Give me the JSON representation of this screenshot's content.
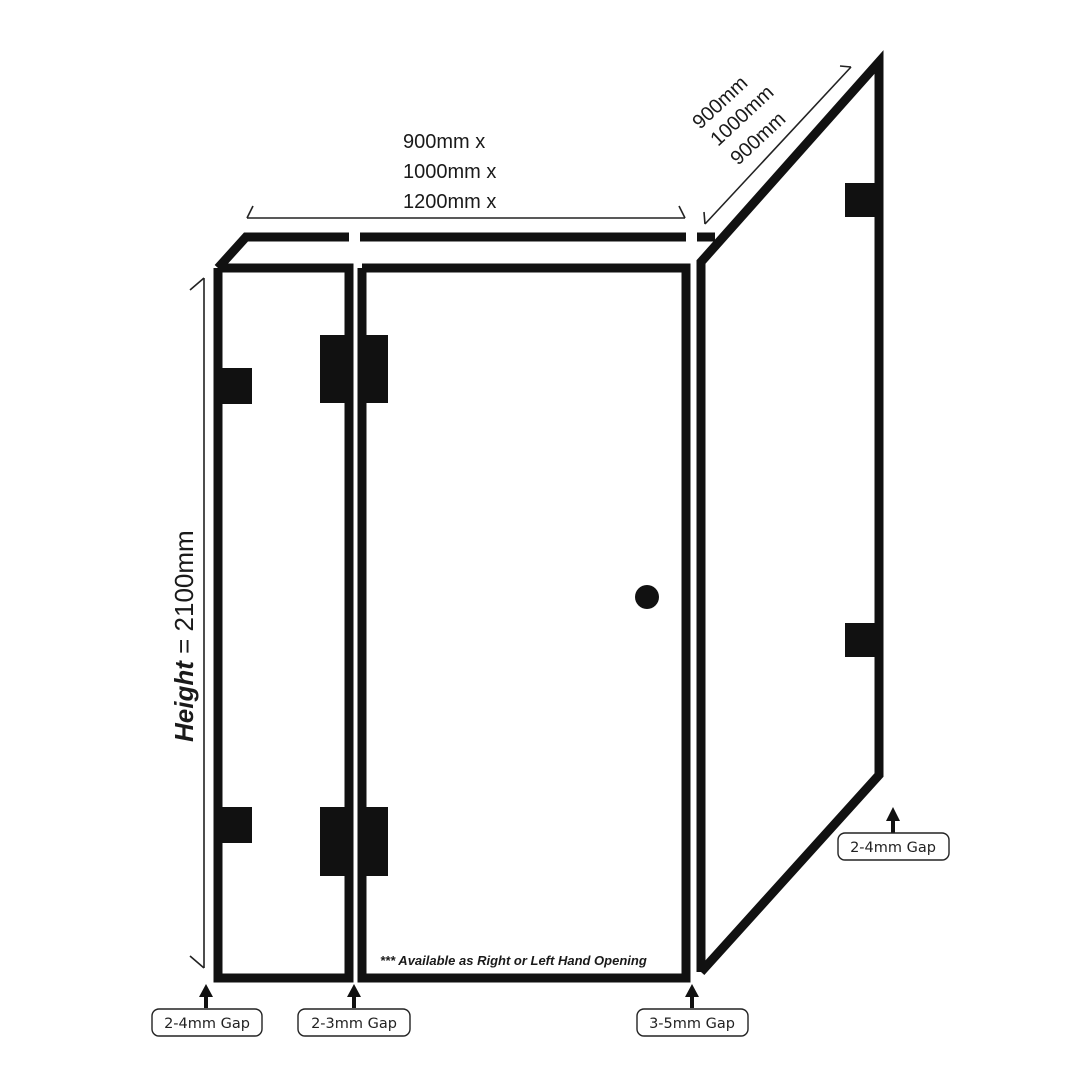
{
  "diagram": {
    "subject": "Frameless hinged shower enclosure with inline panel and side return panel",
    "width_dimension": {
      "lines": [
        "900mm x",
        "1000mm x",
        "1200mm x"
      ]
    },
    "depth_dimension": {
      "lines": [
        "900mm",
        "1000mm",
        "900mm"
      ]
    },
    "height_dimension": {
      "label_bold": "Height",
      "label_rest": " = 2100mm"
    },
    "note": "*** Available as Right or Left Hand Opening",
    "gaps": [
      {
        "id": "wall-left",
        "label": "2-4mm Gap"
      },
      {
        "id": "panel-door",
        "label": "2-3mm Gap"
      },
      {
        "id": "door-return",
        "label": "3-5mm Gap"
      },
      {
        "id": "return-wall",
        "label": "2-4mm Gap"
      }
    ],
    "components": {
      "inline_panel": "Fixed inline panel",
      "door": "Hinged door",
      "return_panel": "Side return panel",
      "handle": "knob-handle",
      "hinges": [
        "hinge-top",
        "hinge-bottom"
      ],
      "wall_brackets": [
        "bracket-left-top",
        "bracket-left-bottom",
        "bracket-return-top",
        "bracket-return-bottom"
      ]
    },
    "colors": {
      "stroke": "#111111",
      "background": "#ffffff"
    }
  }
}
